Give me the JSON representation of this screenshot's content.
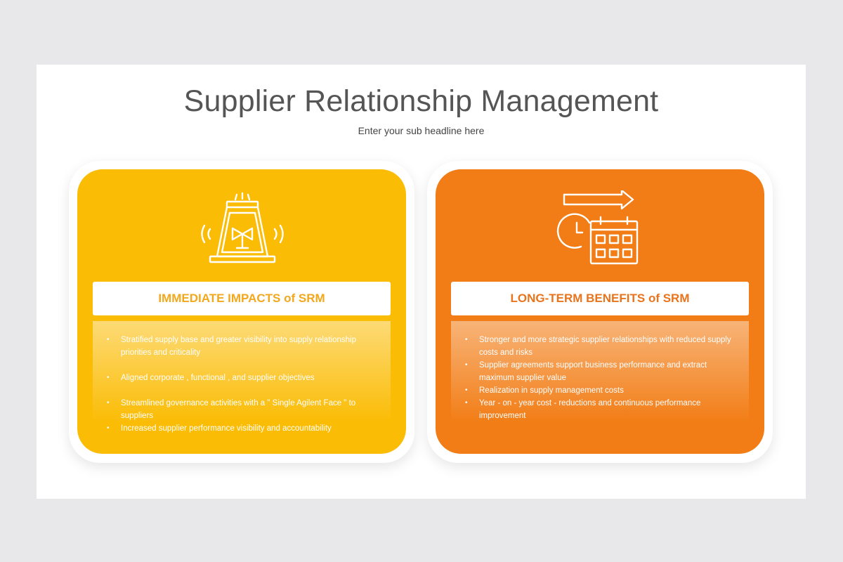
{
  "title": "Supplier Relationship Management",
  "subtitle": "Enter your sub headline here",
  "colors": {
    "background": "#e8e7e9",
    "yellow": "#fbbc05",
    "orange": "#f27d16"
  },
  "cards": [
    {
      "icon": "siren-icon",
      "heading": "IMMEDIATE IMPACTS of SRM",
      "items": [
        "Stratified supply base and greater visibility into supply relationship priorities and criticality",
        " Aligned corporate , functional , and supplier objectives",
        "Streamlined governance activities with a \" Single Agilent Face \" to suppliers",
        "Increased supplier performance visibility and accountability"
      ]
    },
    {
      "icon": "schedule-arrow-icon",
      "heading": "LONG-TERM BENEFITS of SRM",
      "items": [
        "Stronger and more strategic supplier relationships with reduced supply costs and risks",
        " Supplier agreements support business performance and extract maximum supplier value",
        "Realization in supply management costs",
        "Year - on - year cost - reductions and continuous performance improvement"
      ]
    }
  ]
}
